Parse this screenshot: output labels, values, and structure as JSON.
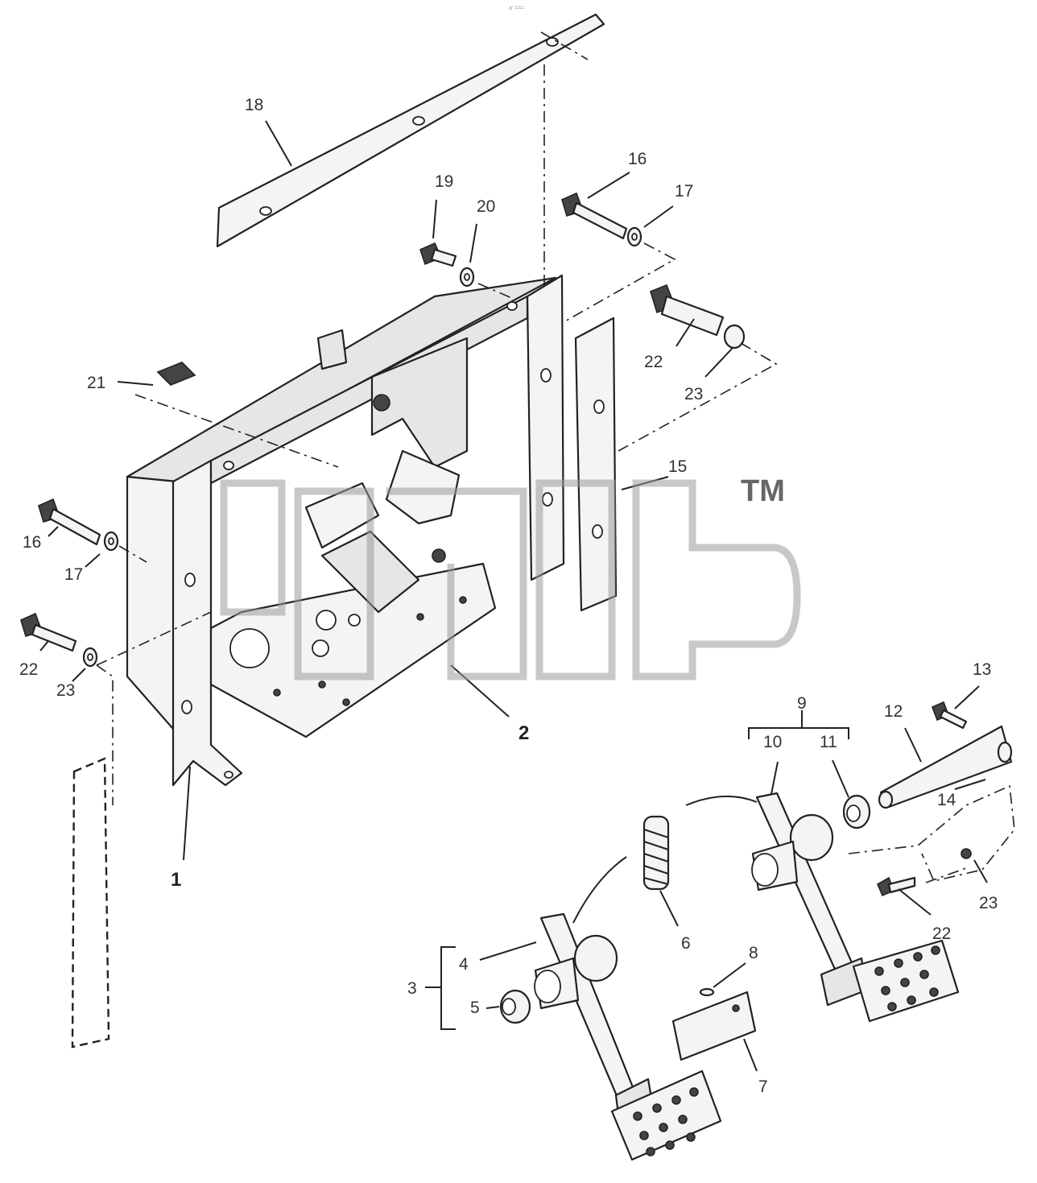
{
  "diagram": {
    "scribble": "a' ===",
    "watermark": {
      "trademark": "TM"
    },
    "callouts": [
      {
        "id": "c18",
        "label": "18"
      },
      {
        "id": "c19",
        "label": "19"
      },
      {
        "id": "c20",
        "label": "20"
      },
      {
        "id": "c16a",
        "label": "16"
      },
      {
        "id": "c17a",
        "label": "17"
      },
      {
        "id": "c22a",
        "label": "22"
      },
      {
        "id": "c23a",
        "label": "23"
      },
      {
        "id": "c21",
        "label": "21"
      },
      {
        "id": "c15",
        "label": "15"
      },
      {
        "id": "c16b",
        "label": "16"
      },
      {
        "id": "c17b",
        "label": "17"
      },
      {
        "id": "c22b",
        "label": "22"
      },
      {
        "id": "c23b",
        "label": "23"
      },
      {
        "id": "c2",
        "label": "2"
      },
      {
        "id": "c1",
        "label": "1"
      },
      {
        "id": "c9",
        "label": "9"
      },
      {
        "id": "c10",
        "label": "10"
      },
      {
        "id": "c11",
        "label": "11"
      },
      {
        "id": "c12",
        "label": "12"
      },
      {
        "id": "c13",
        "label": "13"
      },
      {
        "id": "c14",
        "label": "14"
      },
      {
        "id": "c22c",
        "label": "22"
      },
      {
        "id": "c23c",
        "label": "23"
      },
      {
        "id": "c6",
        "label": "6"
      },
      {
        "id": "c4",
        "label": "4"
      },
      {
        "id": "c3",
        "label": "3"
      },
      {
        "id": "c5",
        "label": "5"
      },
      {
        "id": "c8",
        "label": "8"
      },
      {
        "id": "c7",
        "label": "7"
      }
    ]
  }
}
